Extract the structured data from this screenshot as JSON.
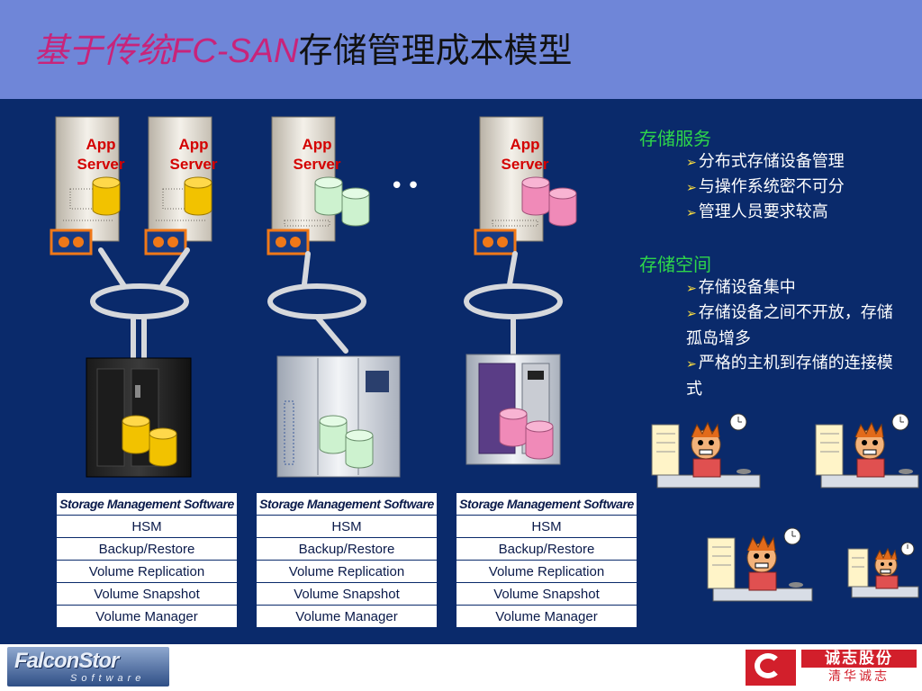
{
  "title": {
    "accent": "基于传统FC-SAN",
    "rest": "存储管理成本模型"
  },
  "servers": [
    {
      "label_1": "App",
      "label_2": "Server"
    },
    {
      "label_1": "App",
      "label_2": "Server"
    },
    {
      "label_1": "App",
      "label_2": "Server"
    },
    {
      "label_1": "App",
      "label_2": "Server"
    }
  ],
  "ellipsis": "••",
  "side": {
    "service_heading": "存储服务",
    "service_items": [
      "分布式存储设备管理",
      "与操作系统密不可分",
      "管理人员要求较高"
    ],
    "space_heading": "存储空间",
    "space_items": [
      "存储设备集中",
      "存储设备之间不开放，存储孤岛增多",
      "严格的主机到存储的连接模式"
    ]
  },
  "tables": [
    {
      "header": "Storage Management Software",
      "rows": [
        "HSM",
        "Backup/Restore",
        "Volume Replication",
        "Volume Snapshot",
        "Volume Manager"
      ]
    },
    {
      "header": "Storage Management Software",
      "rows": [
        "HSM",
        "Backup/Restore",
        "Volume Replication",
        "Volume Snapshot",
        "Volume Manager"
      ]
    },
    {
      "header": "Storage Management Software",
      "rows": [
        "HSM",
        "Backup/Restore",
        "Volume Replication",
        "Volume Snapshot",
        "Volume Manager"
      ]
    }
  ],
  "footer": {
    "falcon_main": "FalconStor",
    "falcon_sub": "Software",
    "company_cn": "诚志股份",
    "company_sub": "清华诚志"
  },
  "colors": {
    "background": "#0a2a6b",
    "title_band": "#6f86d8",
    "title_accent": "#c8247a",
    "side_heading": "#2ed64a",
    "server_label": "#d40000",
    "disk_yellow": "#f2c200",
    "disk_green": "#cdf2cf",
    "disk_pink": "#f08ab8",
    "hba_orange": "#f07818",
    "logo_red": "#d21f2b"
  },
  "icons": [
    "app-server-icon",
    "disk-cylinder-icon",
    "hba-card-icon",
    "fc-switch-loop-icon",
    "storage-array-icon",
    "overworked-admin-icon",
    "clock-icon"
  ]
}
